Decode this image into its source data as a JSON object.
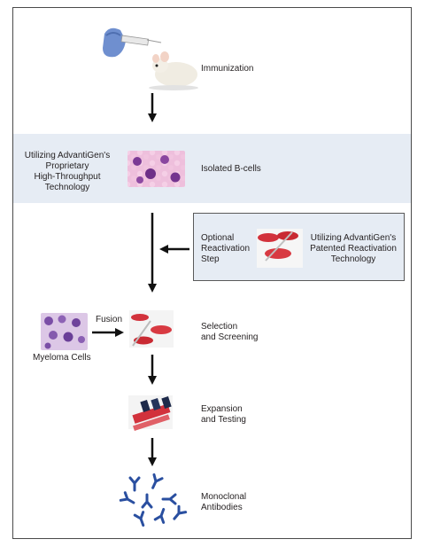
{
  "steps": {
    "immunization": "Immunization",
    "isolated": "Isolated B-cells",
    "selection": [
      "Selection",
      "and Screening"
    ],
    "expansion": [
      "Expansion",
      "and Testing"
    ],
    "monoclonal": [
      "Monoclonal",
      "Antibodies"
    ]
  },
  "side_notes": {
    "proprietary": [
      "Utilizing AdvantiGen's",
      "Proprietary",
      "High-Throughput",
      "Technology"
    ],
    "optional": [
      "Optional",
      "Reactivation",
      "Step"
    ],
    "patented": [
      "Utilizing AdvantiGen's",
      "Patented Reactivation",
      "Technology"
    ],
    "fusion": "Fusion",
    "myeloma": "Myeloma Cells"
  },
  "icons": [
    "syringe-icon",
    "mouse-icon",
    "b-cell-micrograph-icon",
    "petri-dish-icon",
    "myeloma-micrograph-icon",
    "test-tubes-icon",
    "antibody-icon"
  ],
  "colors": {
    "band": "#e6ecf4",
    "arrow": "#111111",
    "antibody": "#2a4fa0",
    "cell_bg": "#e9b6d8",
    "cell_nucleus": "#7b3a95",
    "dish_red": "#d2323c"
  }
}
